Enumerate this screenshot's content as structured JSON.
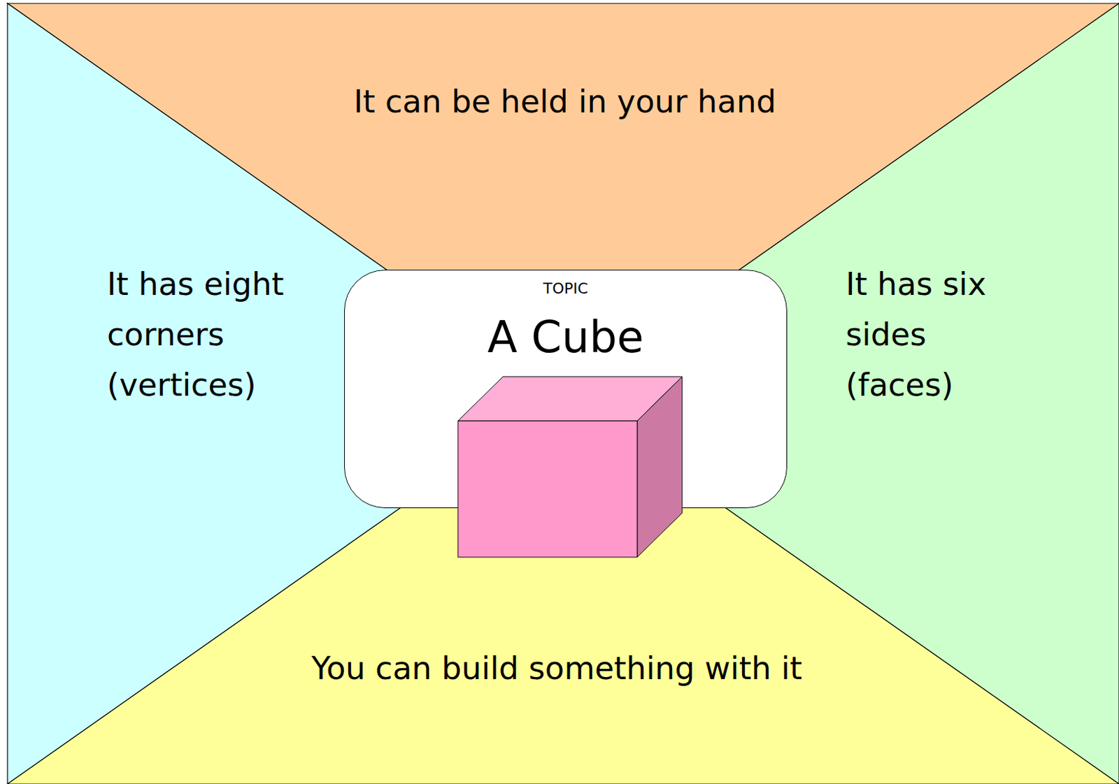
{
  "diagram": {
    "nodes": [
      {
        "text": [
          "It can be held in your hand"
        ]
      },
      {
        "text": [
          "It has eight corners (vertices)"
        ]
      },
      {
        "text": [
          "TOPIC",
          "A Cube"
        ]
      },
      {
        "text": [
          "It has six sides (faces)"
        ]
      },
      {
        "text": [
          "You can build something with it"
        ]
      }
    ]
  }
}
